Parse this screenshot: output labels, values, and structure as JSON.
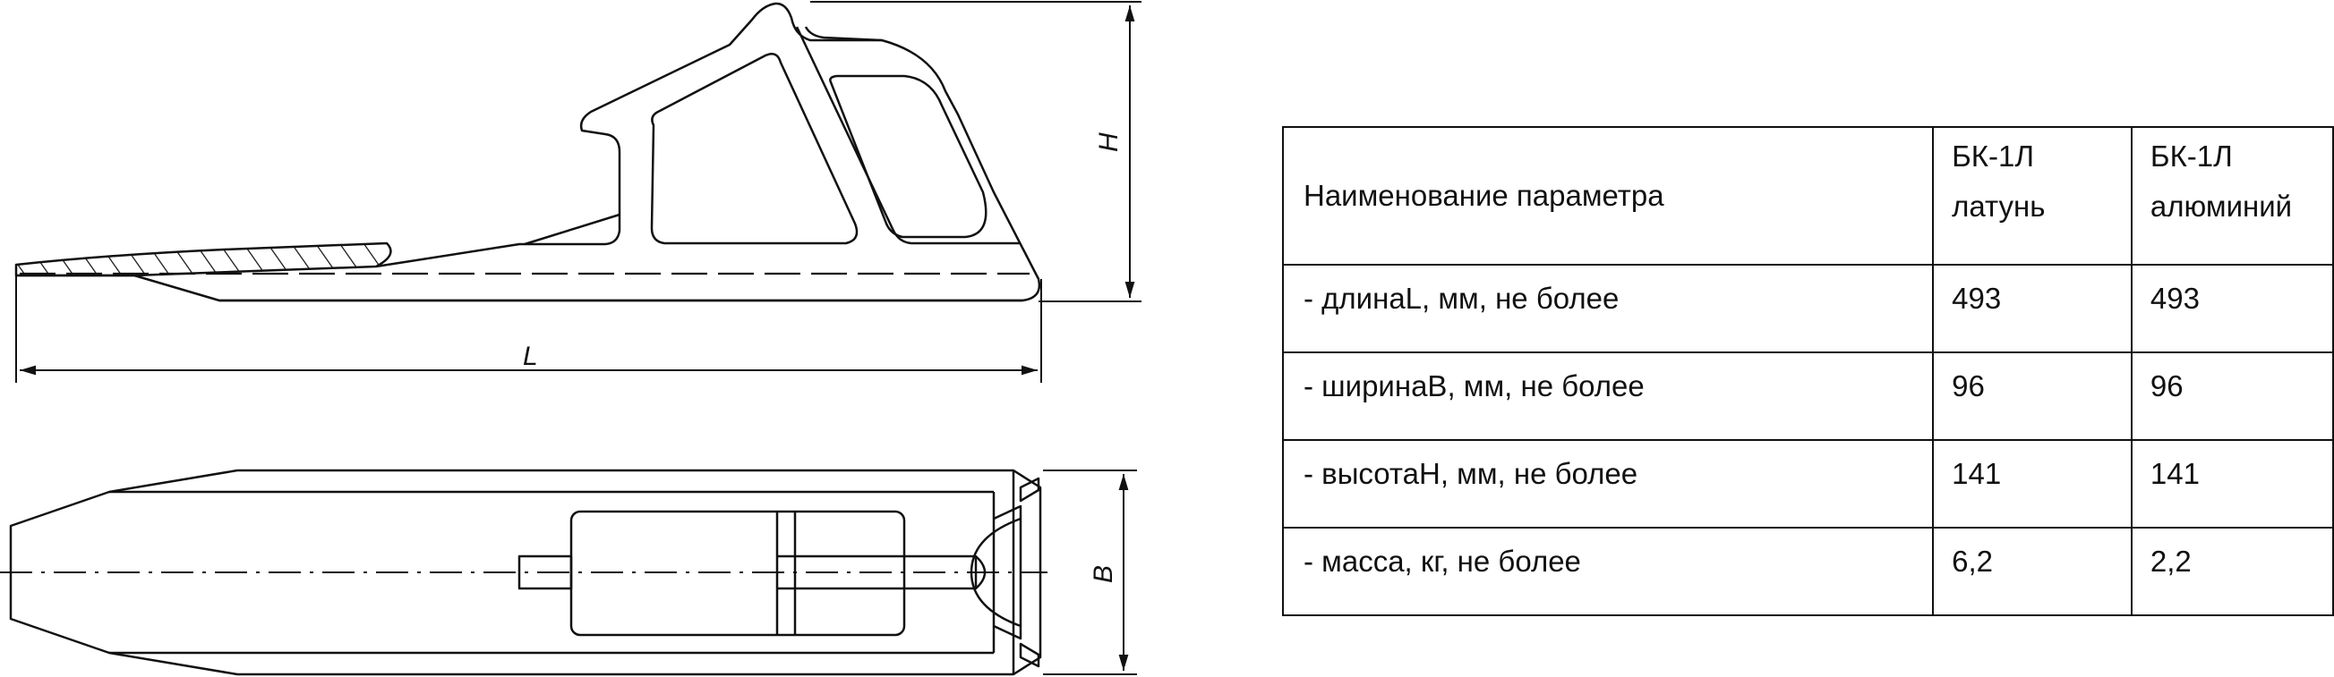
{
  "drawing": {
    "dim_height": "H",
    "dim_length": "L",
    "dim_width": "B"
  },
  "table": {
    "header": {
      "param": "Наименование параметра",
      "col1_line1": "БК-1Л",
      "col1_line2": "латунь",
      "col2_line1": "БК-1Л",
      "col2_line2": "алюминий"
    },
    "rows": [
      {
        "param": "- длинаL, мм, не более",
        "v1": "493",
        "v2": "493"
      },
      {
        "param": "- ширинаB, мм, не более",
        "v1": "96",
        "v2": "96"
      },
      {
        "param": "- высотаH, мм, не более",
        "v1": "141",
        "v2": "141"
      },
      {
        "param": "- масса, кг, не более",
        "v1": "6,2",
        "v2": "2,2"
      }
    ]
  }
}
